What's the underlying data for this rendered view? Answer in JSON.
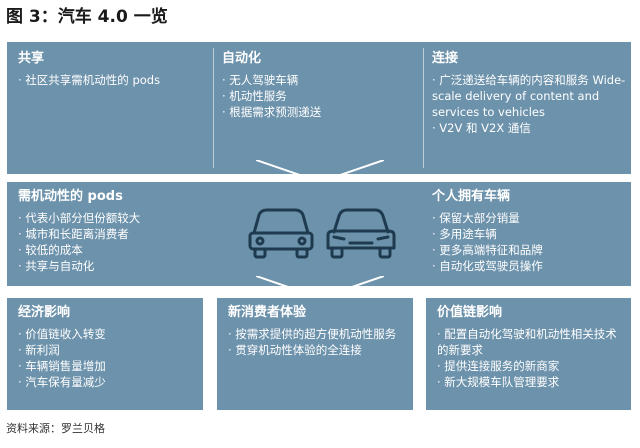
{
  "figure": {
    "title": "图 3：汽车 4.0 一览",
    "source": "资料来源：罗兰贝格"
  },
  "top": {
    "sharing": {
      "heading": "共享",
      "items": [
        "· 社区共享需机动性的 pods"
      ]
    },
    "automation": {
      "heading": "自动化",
      "items": [
        "· 无人驾驶车辆",
        "· 机动性服务",
        "· 根据需求预测递送"
      ]
    },
    "connectivity": {
      "heading": "连接",
      "items": [
        "· 广泛递送给车辆的内容和服务 Wide-scale delivery of content and services to vehicles",
        "· V2V 和 V2X 通信"
      ]
    }
  },
  "middle": {
    "pods": {
      "heading": "需机动性的 pods",
      "items": [
        "· 代表小部分但份额较大",
        "· 城市和长距离消费者",
        "· 较低的成本",
        "· 共享与自动化"
      ]
    },
    "owned": {
      "heading": "个人拥有车辆",
      "items": [
        "· 保留大部分销量",
        "· 多用途车辆",
        "· 更多高端特征和品牌",
        "· 自动化或驾驶员操作"
      ]
    }
  },
  "bottom": {
    "economic": {
      "heading": "经济影响",
      "items": [
        "· 价值链收入转变",
        "· 新利润",
        "· 车辆销售量增加",
        "· 汽车保有量减少"
      ]
    },
    "consumer": {
      "heading": "新消费者体验",
      "items": [
        "· 按需求提供的超方便机动性服务",
        "· 贯穿机动性体验的全连接"
      ]
    },
    "value_chain": {
      "heading": "价值链影响",
      "items": [
        "· 配置自动化驾驶和机动性相关技术的新要求",
        "· 提供连接服务的新商家",
        "· 新大规模车队管理要求"
      ]
    }
  },
  "icons": [
    "car-front-icon",
    "car-front-icon",
    "down-arrow-icon"
  ],
  "colors": {
    "panel": "#6d92ab",
    "arrow": "#ffffff",
    "title": "#1a1a1a"
  }
}
